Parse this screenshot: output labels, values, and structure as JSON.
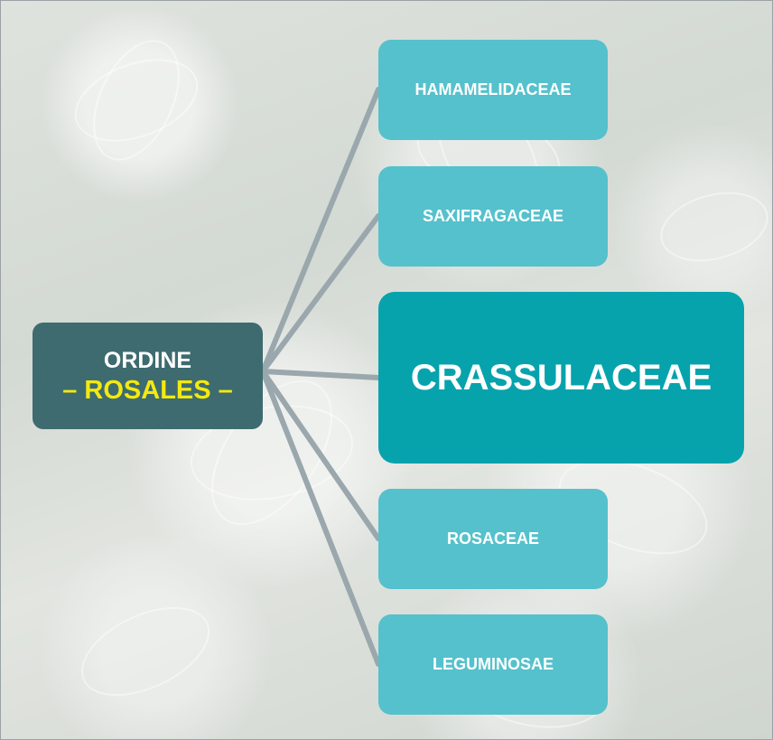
{
  "root": {
    "line1": "ORDINE",
    "line2": "– ROSALES –"
  },
  "families": [
    {
      "label": "HAMAMELIDACEAE"
    },
    {
      "label": "SAXIFRAGACEAE"
    },
    {
      "label": "CRASSULACEAE"
    },
    {
      "label": "ROSACEAE"
    },
    {
      "label": "LEGUMINOSAE"
    }
  ],
  "colors": {
    "root_fill": "#3e6b70",
    "root_highlight_text": "#f4e90f",
    "child_fill": "#55c1cc",
    "featured_fill": "#06a3ad",
    "connector": "#9aa7ad"
  }
}
